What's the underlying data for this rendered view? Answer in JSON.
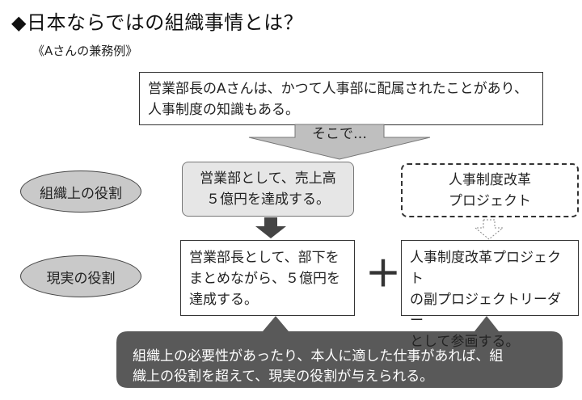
{
  "title": "◆日本ならではの組織事情とは？",
  "subtitle": "《Aさんの兼務例》",
  "premise": {
    "line1": "営業部長のAさんは、かつて人事部に配属されたことがあり、",
    "line2": "人事制度の知識もある。"
  },
  "transition": "そこで…",
  "rows": {
    "organizational_role": "組織上の役割",
    "actual_role": "現実の役割"
  },
  "org_role_box": {
    "line1": "営業部として、売上高",
    "line2": "５億円を達成する。"
  },
  "hr_project_box": {
    "line1": "人事制度改革",
    "line2": "プロジェクト"
  },
  "actual_sales_box": {
    "line1": "営業部長として、部下を",
    "line2": "まとめながら、５億円を",
    "line3": "達成する。"
  },
  "plus_sign": "＋",
  "actual_hr_box": {
    "line1": "人事制度改革プロジェクト",
    "line2": "の副プロジェクトリーダー",
    "line3": "として参画する。"
  },
  "conclusion": {
    "line1": "組織上の必要性があったり、本人に適した仕事があれば、組",
    "line2": "織上の役割を超えて、現実の役割が与えられる。"
  },
  "colors": {
    "callout_fill": "#595959",
    "ellipse_fill": "#c9c9c9",
    "arrow_fill": "#bfbfbf",
    "dark_arrow": "#444444"
  }
}
